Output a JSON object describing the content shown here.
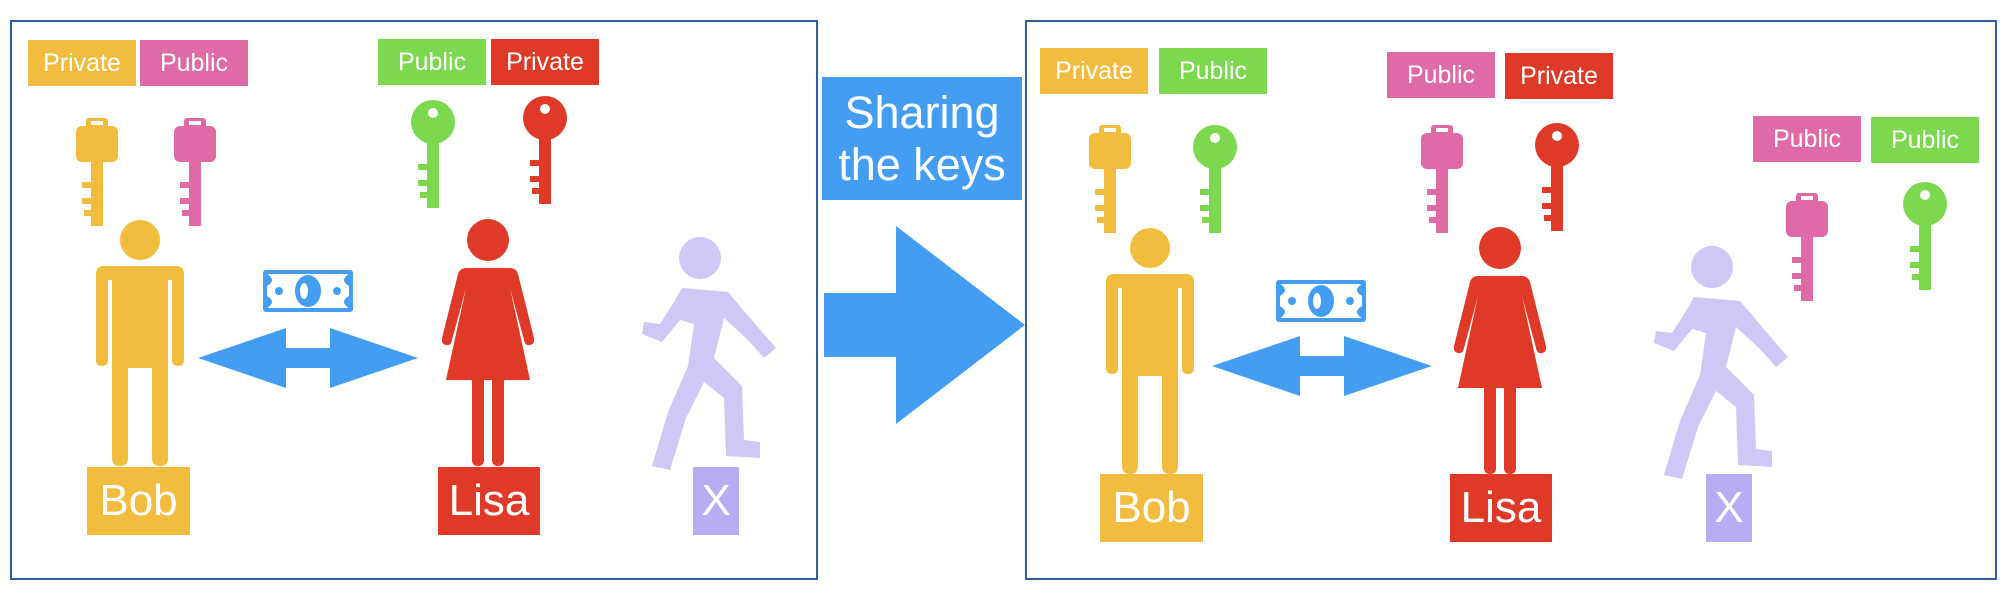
{
  "colors": {
    "bob": "#f2bc3f",
    "pink": "#e06aa6",
    "green": "#7cd84f",
    "lisa": "#df3a27",
    "x": "#cfc7f5",
    "x_label": "#b8acf5",
    "blue": "#439ef3",
    "border": "#2b5fa0"
  },
  "banner": {
    "line1": "Sharing",
    "line2": "the keys"
  },
  "before": {
    "bob_tags": [
      "Private",
      "Public"
    ],
    "lisa_tags": [
      "Public",
      "Private"
    ],
    "names": {
      "bob": "Bob",
      "lisa": "Lisa",
      "x": "X"
    }
  },
  "after": {
    "bob_tags": [
      "Private",
      "Public"
    ],
    "lisa_tags": [
      "Public",
      "Private"
    ],
    "x_tags": [
      "Public",
      "Public"
    ],
    "names": {
      "bob": "Bob",
      "lisa": "Lisa",
      "x": "X"
    }
  }
}
